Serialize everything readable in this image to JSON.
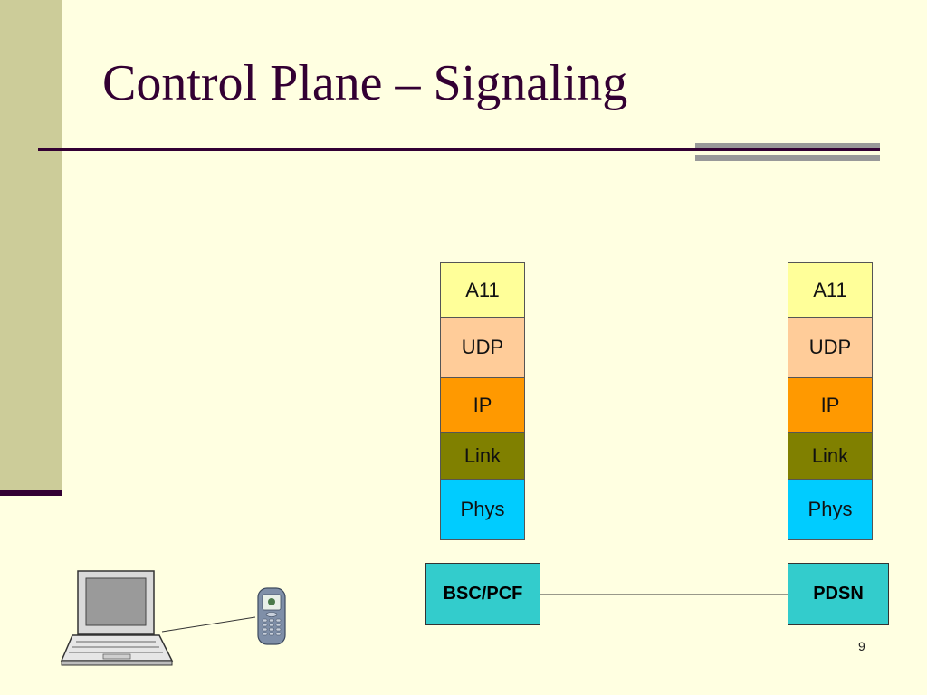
{
  "slide": {
    "title": "Control Plane – Signaling",
    "page_number": "9"
  },
  "stacks": {
    "left": {
      "layers": [
        {
          "label": "A11",
          "color": "#ffff99"
        },
        {
          "label": "UDP",
          "color": "#ffcc99"
        },
        {
          "label": "IP",
          "color": "#ff9900"
        },
        {
          "label": "Link",
          "color": "#808000"
        },
        {
          "label": "Phys",
          "color": "#00ccff"
        }
      ]
    },
    "right": {
      "layers": [
        {
          "label": "A11",
          "color": "#ffff99"
        },
        {
          "label": "UDP",
          "color": "#ffcc99"
        },
        {
          "label": "IP",
          "color": "#ff9900"
        },
        {
          "label": "Link",
          "color": "#808000"
        },
        {
          "label": "Phys",
          "color": "#00ccff"
        }
      ]
    }
  },
  "nodes": {
    "bsc_pcf": {
      "label": "BSC/PCF",
      "color": "#33cccc"
    },
    "pdsn": {
      "label": "PDSN",
      "color": "#33cccc"
    }
  },
  "devices": {
    "laptop": {
      "icon": "laptop-icon"
    },
    "phone": {
      "icon": "mobile-phone-icon"
    }
  }
}
